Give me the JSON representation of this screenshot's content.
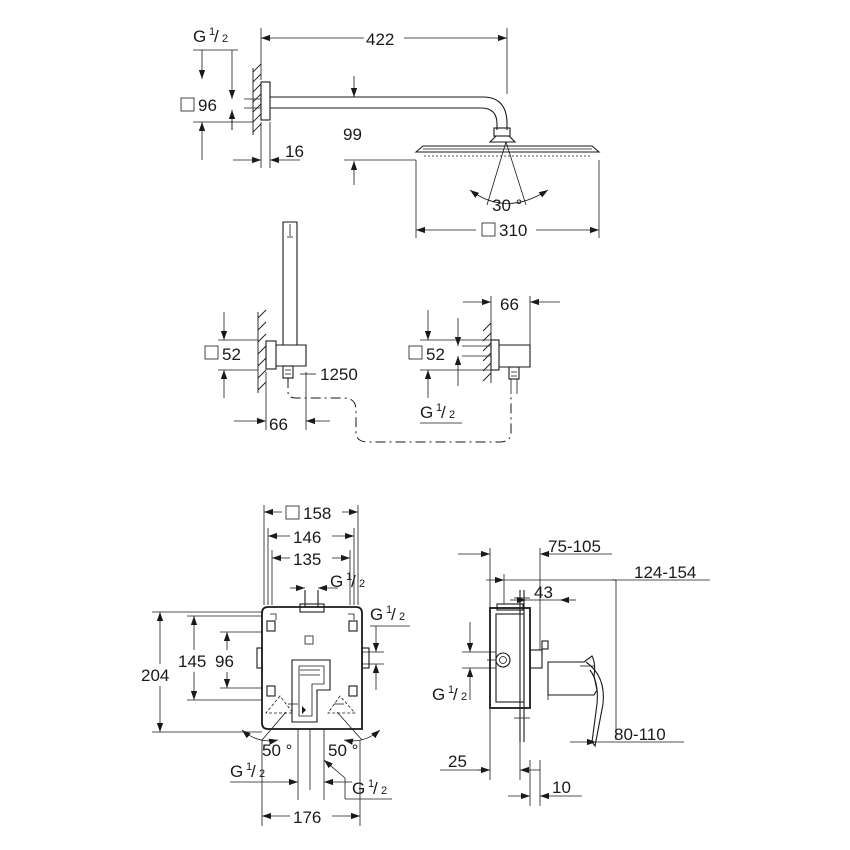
{
  "dimensions": {
    "arm_length": "422",
    "flange_size": "96",
    "flange_depth": "16",
    "arm_drop": "99",
    "tilt_angle": "30 °",
    "head_size": "310",
    "outlet_size_left": "52",
    "outlet_size_right": "52",
    "hose_length": "1250",
    "holder_depth_left": "66",
    "holder_depth_right": "66",
    "box_width_outer": "158",
    "box_width_mid": "146",
    "box_width_inner": "135",
    "box_height": "204",
    "box_height_mid": "145",
    "box_height_inner": "96",
    "angle_left": "50 °",
    "angle_right": "50 °",
    "bottom_width": "176",
    "install_depth": "75-105",
    "install_depth_outer": "124-154",
    "housing_depth": "43",
    "wall_offset": "25",
    "lever_projection": "80-110",
    "cover_depth": "10"
  },
  "threads": {
    "thread_text": "G",
    "thread_fraction": "1/2",
    "labels": [
      "G 1/2",
      "G 1/2",
      "G 1/2",
      "G 1/2",
      "G 1/2",
      "G 1/2",
      "G 1/2"
    ]
  },
  "symbols": {
    "square_symbol": "square-outline"
  }
}
